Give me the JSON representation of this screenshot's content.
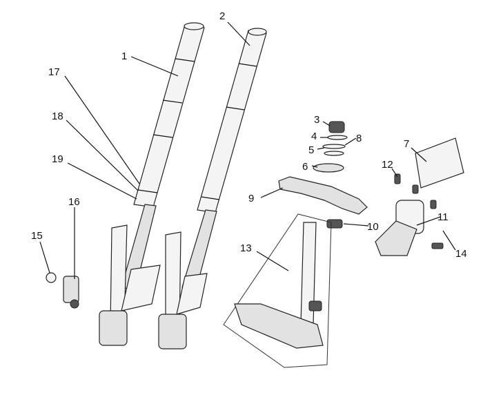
{
  "diagram": {
    "title": "Front fork and steering assembly exploded view",
    "callouts": [
      {
        "id": "1",
        "label": "1"
      },
      {
        "id": "2",
        "label": "2"
      },
      {
        "id": "3",
        "label": "3"
      },
      {
        "id": "4",
        "label": "4"
      },
      {
        "id": "5",
        "label": "5"
      },
      {
        "id": "6",
        "label": "6"
      },
      {
        "id": "7",
        "label": "7"
      },
      {
        "id": "8",
        "label": "8"
      },
      {
        "id": "9",
        "label": "9"
      },
      {
        "id": "10",
        "label": "10"
      },
      {
        "id": "11",
        "label": "11"
      },
      {
        "id": "12",
        "label": "12"
      },
      {
        "id": "13",
        "label": "13"
      },
      {
        "id": "14",
        "label": "14"
      },
      {
        "id": "15",
        "label": "15"
      },
      {
        "id": "16",
        "label": "16"
      },
      {
        "id": "17",
        "label": "17"
      },
      {
        "id": "18",
        "label": "18"
      },
      {
        "id": "19",
        "label": "19"
      }
    ]
  }
}
